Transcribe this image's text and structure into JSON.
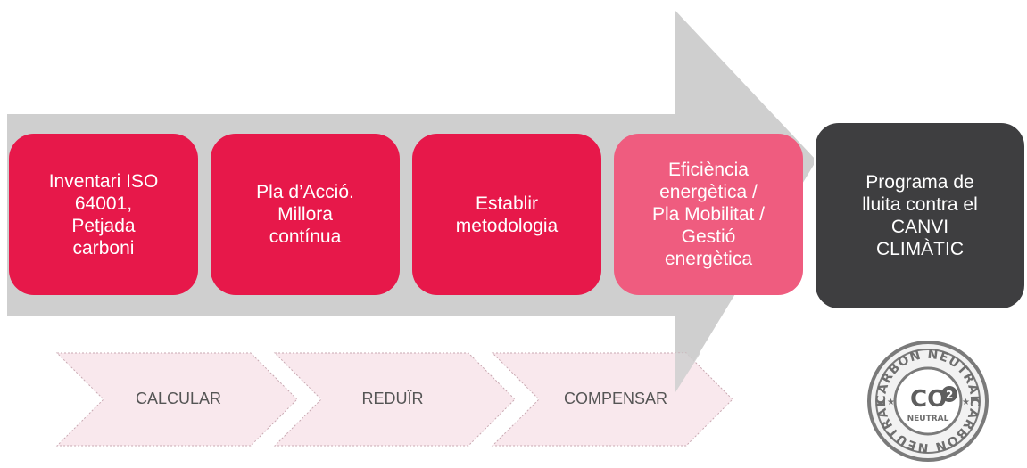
{
  "steps": [
    {
      "label": "Inventari ISO\n64001,\nPetjada\ncarboni"
    },
    {
      "label": "Pla d’Acció.\nMillora\ncontínua"
    },
    {
      "label": "Establir\nmetodologia"
    },
    {
      "label": "Eficiència\nenergètica /\nPla Mobilitat /\nGestió\nenergètica"
    }
  ],
  "goal": {
    "label": "Programa de\nlluita contra el\nCANVI\nCLIMÀTIC"
  },
  "phases": [
    {
      "label": "CALCULAR"
    },
    {
      "label": "REDUÏR"
    },
    {
      "label": "COMPENSAR"
    }
  ],
  "stamp": {
    "top_text": "CARBON NEUTRAL",
    "center": "CO",
    "sub": "2",
    "inner": "NEUTRAL"
  },
  "colors": {
    "red": "#e7184a",
    "pink": "#ef5c7f",
    "dark": "#3e3e40",
    "arrow": "#cfcfcf",
    "chevron": "#f9e8ed"
  }
}
